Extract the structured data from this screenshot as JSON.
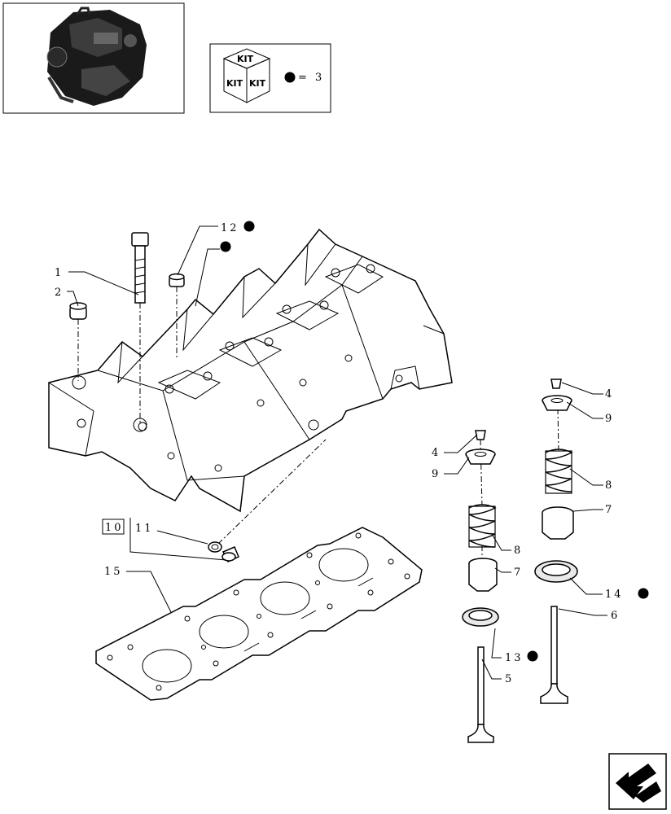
{
  "kit_box": {
    "faces": [
      "KIT",
      "KIT",
      "KIT"
    ],
    "legend": "= 3"
  },
  "callouts": {
    "c1": "1",
    "c2": "2",
    "c4a": "4",
    "c4b": "4",
    "c5": "5",
    "c6": "6",
    "c7a": "7",
    "c7b": "7",
    "c8a": "8",
    "c8b": "8",
    "c9a": "9",
    "c9b": "9",
    "c10": "10",
    "c11": "11",
    "c12": "12",
    "c13": "13",
    "c14": "14",
    "c15": "15"
  },
  "colors": {
    "ink": "#000000",
    "paper": "#ffffff"
  },
  "icons": {
    "thumbnail": "engine-thumbnail-icon",
    "kit": "kit-cube-icon",
    "nav": "next-page-arrow-icon"
  }
}
